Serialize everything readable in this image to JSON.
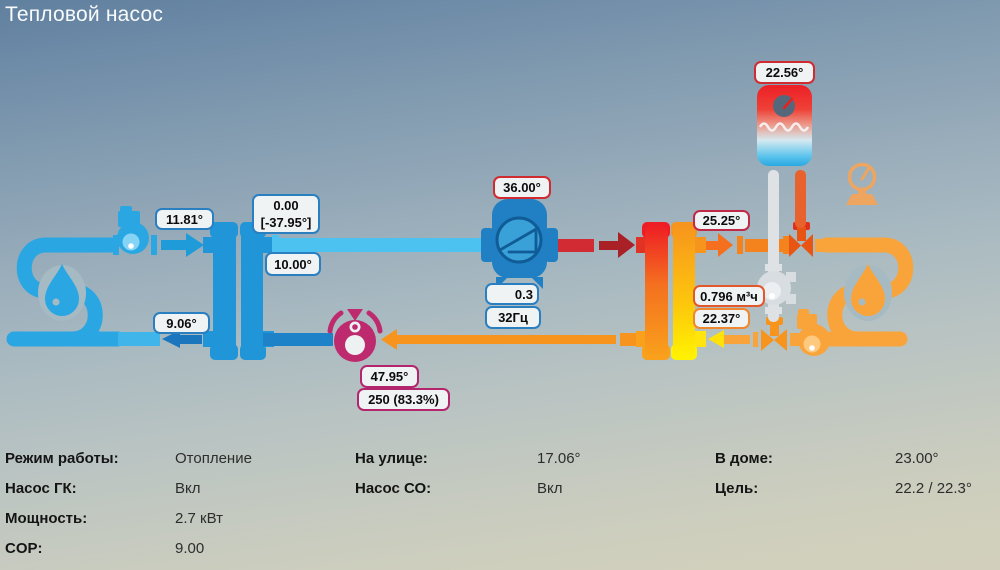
{
  "title": "Тепловой насос",
  "badges": {
    "brine_in": "11.81°",
    "refrigerant_pressure": "0.00",
    "refrigerant_temp": "[-37.95°]",
    "evaporator_out": "10.00°",
    "brine_out": "9.06°",
    "discharge_temp": "36.00°",
    "compressor_value": "0.3",
    "compressor_freq": "32Гц",
    "eev_temp": "47.95°",
    "eev_position": "250 (83.3%)",
    "supply_temp": "25.25°",
    "flow_rate": "0.796 м³ч",
    "return_temp": "22.37°",
    "tank_temp": "22.56°"
  },
  "status": {
    "left": [
      {
        "label": "Режим работы:",
        "value": "Отопление"
      },
      {
        "label": "Насос ГК:",
        "value": "Вкл"
      },
      {
        "label": "Мощность:",
        "value": "2.7 кВт"
      },
      {
        "label": "COP:",
        "value": "9.00"
      }
    ],
    "middle": [
      {
        "label": "На улице:",
        "value": "17.06°"
      },
      {
        "label": "Насос СО:",
        "value": "Вкл"
      }
    ],
    "right": [
      {
        "label": "В доме:",
        "value": "23.00°"
      },
      {
        "label": "Цель:",
        "value": "22.2 / 22.3°"
      }
    ]
  }
}
